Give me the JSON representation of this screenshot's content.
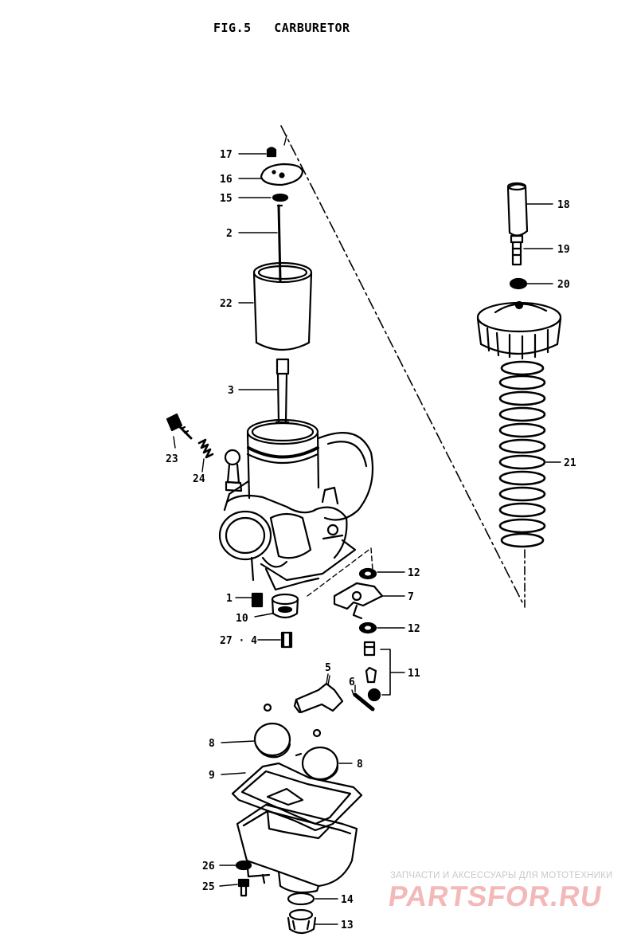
{
  "title": "FIG.5   CARBURETOR",
  "watermark": {
    "tagline": "ЗАПЧАСТИ И АКСЕССУАРЫ ДЛЯ МОТОТЕХНИКИ",
    "logo": "PARTSFOR.RU",
    "color": "#f3b8b8"
  },
  "callouts": {
    "c17": "17",
    "c16": "16",
    "c15": "15",
    "c2": "2",
    "c22": "22",
    "c3": "3",
    "c23": "23",
    "c24": "24",
    "c1": "1",
    "c10": "10",
    "c27_4": "27 · 4",
    "c12a": "12",
    "c7": "7",
    "c12b": "12",
    "c11": "11",
    "c5": "5",
    "c6": "6",
    "c8a": "8",
    "c8b": "8",
    "c9": "9",
    "c26": "26",
    "c25": "25",
    "c14": "14",
    "c13": "13",
    "c18": "18",
    "c19": "19",
    "c20": "20",
    "c21": "21"
  }
}
